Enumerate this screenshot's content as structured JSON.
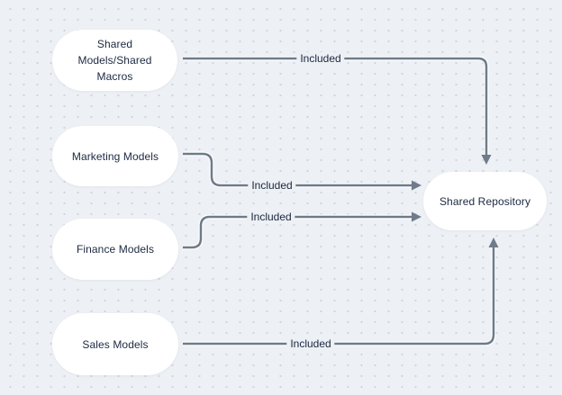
{
  "diagram": {
    "colors": {
      "background": "#edf0f4",
      "dots": "#d0d5dd",
      "edge": "#6e7b8a",
      "edge_casing": "#ffffff",
      "node_fill": "#ffffff",
      "text": "#1b2940"
    },
    "nodes": [
      {
        "id": "shared-models-macros",
        "label": "Shared\nModels/Shared\nMacros"
      },
      {
        "id": "marketing-models",
        "label": "Marketing Models"
      },
      {
        "id": "finance-models",
        "label": "Finance Models"
      },
      {
        "id": "sales-models",
        "label": "Sales Models"
      },
      {
        "id": "shared-repository",
        "label": "Shared Repository"
      }
    ],
    "edges": [
      {
        "from": "shared-models-macros",
        "to": "shared-repository",
        "label": "Included"
      },
      {
        "from": "marketing-models",
        "to": "shared-repository",
        "label": "Included"
      },
      {
        "from": "finance-models",
        "to": "shared-repository",
        "label": "Included"
      },
      {
        "from": "sales-models",
        "to": "shared-repository",
        "label": "Included"
      }
    ]
  }
}
